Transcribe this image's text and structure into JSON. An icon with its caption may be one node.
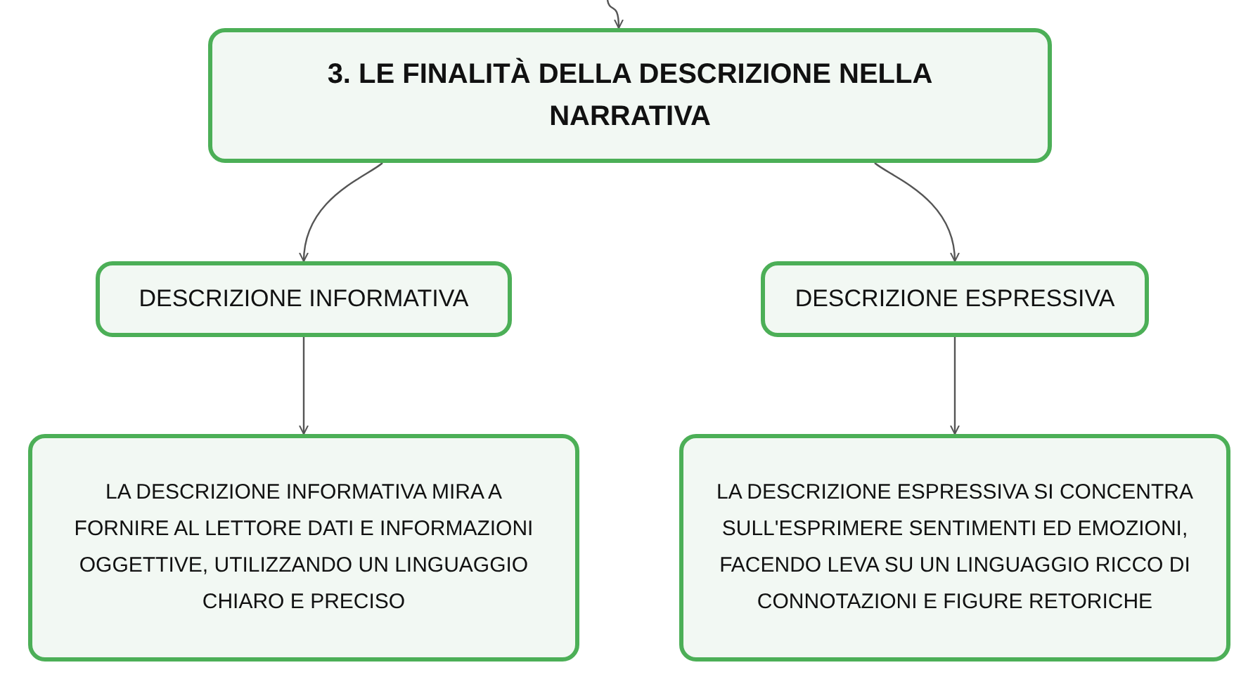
{
  "diagram": {
    "nodes": [
      {
        "text": [
          "3. LE FINALITÀ DELLA DESCRIZIONE NELLA NARRATIVA"
        ]
      },
      {
        "text": [
          "DESCRIZIONE INFORMATIVA"
        ]
      },
      {
        "text": [
          "DESCRIZIONE ESPRESSIVA"
        ]
      },
      {
        "text": [
          "LA DESCRIZIONE INFORMATIVA MIRA A FORNIRE AL LETTORE DATI E INFORMAZIONI OGGETTIVE, UTILIZZANDO UN LINGUAGGIO CHIARO E PRECISO"
        ]
      },
      {
        "text": [
          "LA DESCRIZIONE ESPRESSIVA SI CONCENTRA SULL'ESPRIMERE SENTIMENTI ED EMOZIONI, FACENDO LEVA SU UN LINGUAGGIO RICCO DI CONNOTAZIONI E FIGURE RETORICHE"
        ]
      }
    ],
    "edges": [
      {
        "from": null,
        "to": 0,
        "arrow": "to"
      },
      {
        "from": 0,
        "to": 1,
        "arrow": "to"
      },
      {
        "from": 0,
        "to": 2,
        "arrow": "to"
      },
      {
        "from": 1,
        "to": 3,
        "arrow": "to"
      },
      {
        "from": 2,
        "to": 4,
        "arrow": "to"
      }
    ]
  }
}
